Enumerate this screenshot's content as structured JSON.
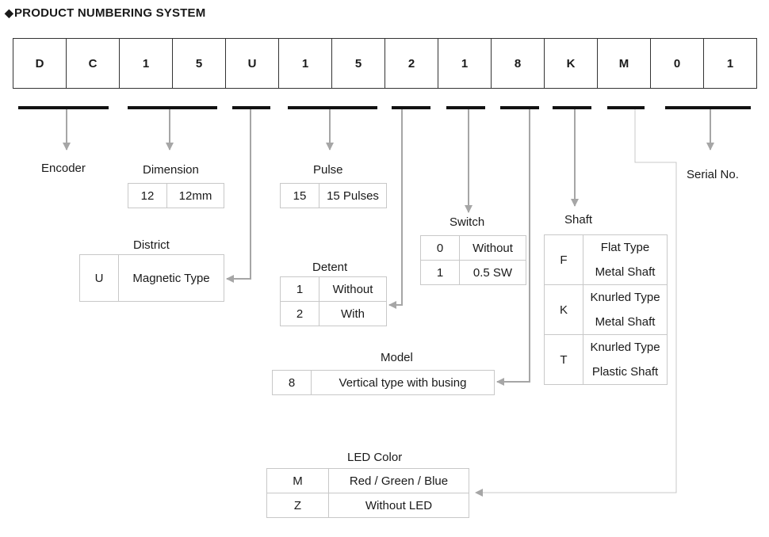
{
  "title": "PRODUCT NUMBERING SYSTEM",
  "code": [
    "D",
    "C",
    "1",
    "5",
    "U",
    "1",
    "5",
    "2",
    "1",
    "8",
    "K",
    "M",
    "0",
    "1"
  ],
  "encoder": {
    "label": "Encoder"
  },
  "dimension": {
    "label": "Dimension",
    "rows": [
      [
        "12",
        "12mm"
      ]
    ]
  },
  "district": {
    "label": "District",
    "rows": [
      [
        "U",
        "Magnetic Type"
      ]
    ]
  },
  "pulse": {
    "label": "Pulse",
    "rows": [
      [
        "15",
        "15 Pulses"
      ]
    ]
  },
  "detent": {
    "label": "Detent",
    "rows": [
      [
        "1",
        "Without"
      ],
      [
        "2",
        "With"
      ]
    ]
  },
  "switch": {
    "label": "Switch",
    "rows": [
      [
        "0",
        "Without"
      ],
      [
        "1",
        "0.5 SW"
      ]
    ]
  },
  "model": {
    "label": "Model",
    "rows": [
      [
        "8",
        "Vertical type with busing"
      ]
    ]
  },
  "shaft": {
    "label": "Shaft",
    "rows": [
      {
        "code": "F",
        "line1": "Flat Type",
        "line2": "Metal Shaft"
      },
      {
        "code": "K",
        "line1": "Knurled Type",
        "line2": "Metal Shaft"
      },
      {
        "code": "T",
        "line1": "Knurled Type",
        "line2": "Plastic Shaft"
      }
    ]
  },
  "serial": {
    "label": "Serial No."
  },
  "led": {
    "label": "LED Color",
    "rows": [
      [
        "M",
        "Red / Green / Blue"
      ],
      [
        "Z",
        "Without LED"
      ]
    ]
  },
  "colors": {
    "arrow": "#a6a6a6",
    "bar": "#111111",
    "cell_border": "#c8c8c8"
  }
}
